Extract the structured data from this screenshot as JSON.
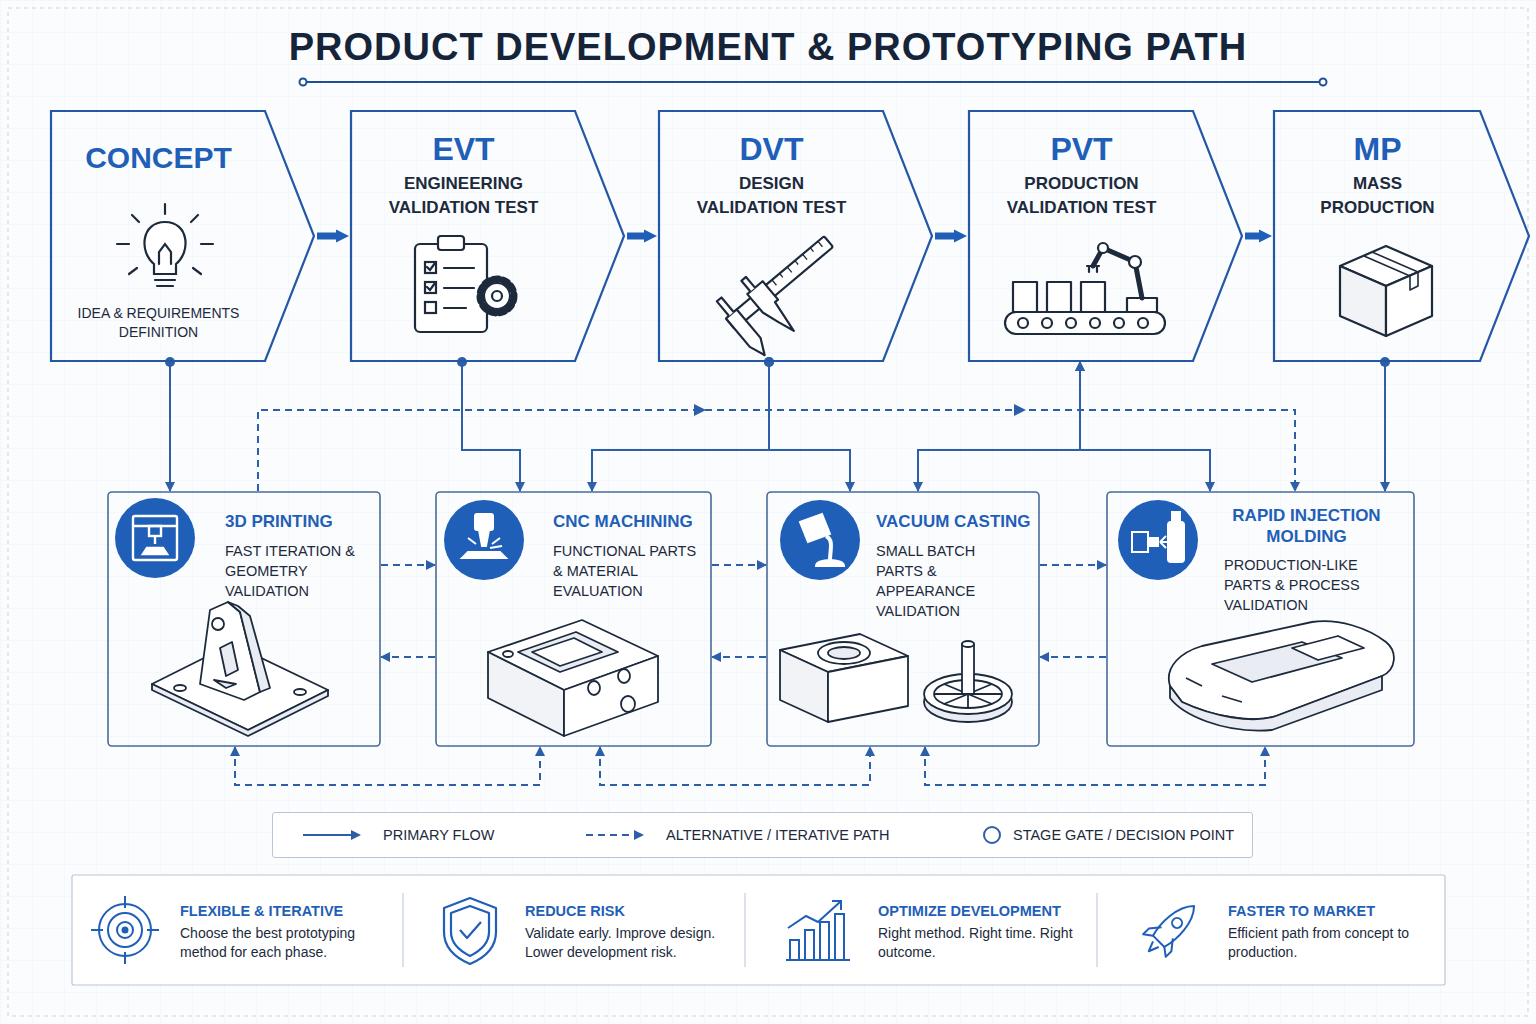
{
  "diagram": {
    "title": "PRODUCT DEVELOPMENT & PROTOTYPING PATH",
    "nodes": [
      {
        "text": [
          "CONCEPT",
          "IDEA & REQUIREMENTS DEFINITION"
        ]
      },
      {
        "text": [
          "EVT",
          "ENGINEERING VALIDATION TEST"
        ]
      },
      {
        "text": [
          "DVT",
          "DESIGN VALIDATION TEST"
        ]
      },
      {
        "text": [
          "PVT",
          "PRODUCTION VALIDATION TEST"
        ]
      },
      {
        "text": [
          "MP",
          "MASS PRODUCTION"
        ]
      },
      {
        "text": [
          "3D PRINTING",
          "FAST ITERATION & GEOMETRY VALIDATION"
        ]
      },
      {
        "text": [
          "CNC MACHINING",
          "FUNCTIONAL PARTS & MATERIAL EVALUATION"
        ]
      },
      {
        "text": [
          "VACUUM CASTING",
          "SMALL BATCH PARTS & APPEARANCE VALIDATION"
        ]
      },
      {
        "text": [
          "RAPID INJECTION MOLDING",
          "PRODUCTION-LIKE PARTS & PROCESS VALIDATION"
        ]
      },
      {
        "text": [
          "FLEXIBLE & ITERATIVE",
          "Choose the best prototyping method for each phase."
        ]
      },
      {
        "text": [
          "REDUCE RISK",
          "Validate early. Improve design. Lower development risk."
        ]
      },
      {
        "text": [
          "OPTIMIZE DEVELOPMENT",
          "Right method. Right time. Right outcome."
        ]
      },
      {
        "text": [
          "FASTER TO MARKET",
          "Efficient path from concept to production."
        ]
      }
    ],
    "edges": [
      {
        "from": 0,
        "to": 1,
        "arrow": "to"
      },
      {
        "from": 1,
        "to": 2,
        "arrow": "to"
      },
      {
        "from": 2,
        "to": 3,
        "arrow": "to"
      },
      {
        "from": 3,
        "to": 4,
        "arrow": "to"
      },
      {
        "from": 0,
        "to": 5,
        "arrow": "to"
      },
      {
        "from": 1,
        "to": 6,
        "arrow": "to"
      },
      {
        "from": 2,
        "to": 6,
        "arrow": "to"
      },
      {
        "from": 2,
        "to": 7,
        "arrow": "to"
      },
      {
        "from": 3,
        "to": 7,
        "arrow": "both"
      },
      {
        "from": 3,
        "to": 8,
        "arrow": "both"
      },
      {
        "from": 4,
        "to": 8,
        "arrow": "to"
      },
      {
        "from": 5,
        "to": 8,
        "arrow": "to"
      },
      {
        "from": 5,
        "to": 6,
        "arrow": "to"
      },
      {
        "from": 6,
        "to": 5,
        "arrow": "to"
      },
      {
        "from": 6,
        "to": 7,
        "arrow": "to"
      },
      {
        "from": 7,
        "to": 6,
        "arrow": "to"
      },
      {
        "from": 7,
        "to": 8,
        "arrow": "to"
      },
      {
        "from": 8,
        "to": 7,
        "arrow": "to"
      },
      {
        "from": 5,
        "to": 6,
        "arrow": "both"
      },
      {
        "from": 6,
        "to": 7,
        "arrow": "both"
      },
      {
        "from": 7,
        "to": 8,
        "arrow": "both"
      }
    ],
    "legend": [
      {
        "text": "PRIMARY FLOW"
      },
      {
        "text": "ALTERNATIVE / ITERATIVE PATH"
      },
      {
        "text": "STAGE GATE / DECISION POINT"
      }
    ]
  }
}
